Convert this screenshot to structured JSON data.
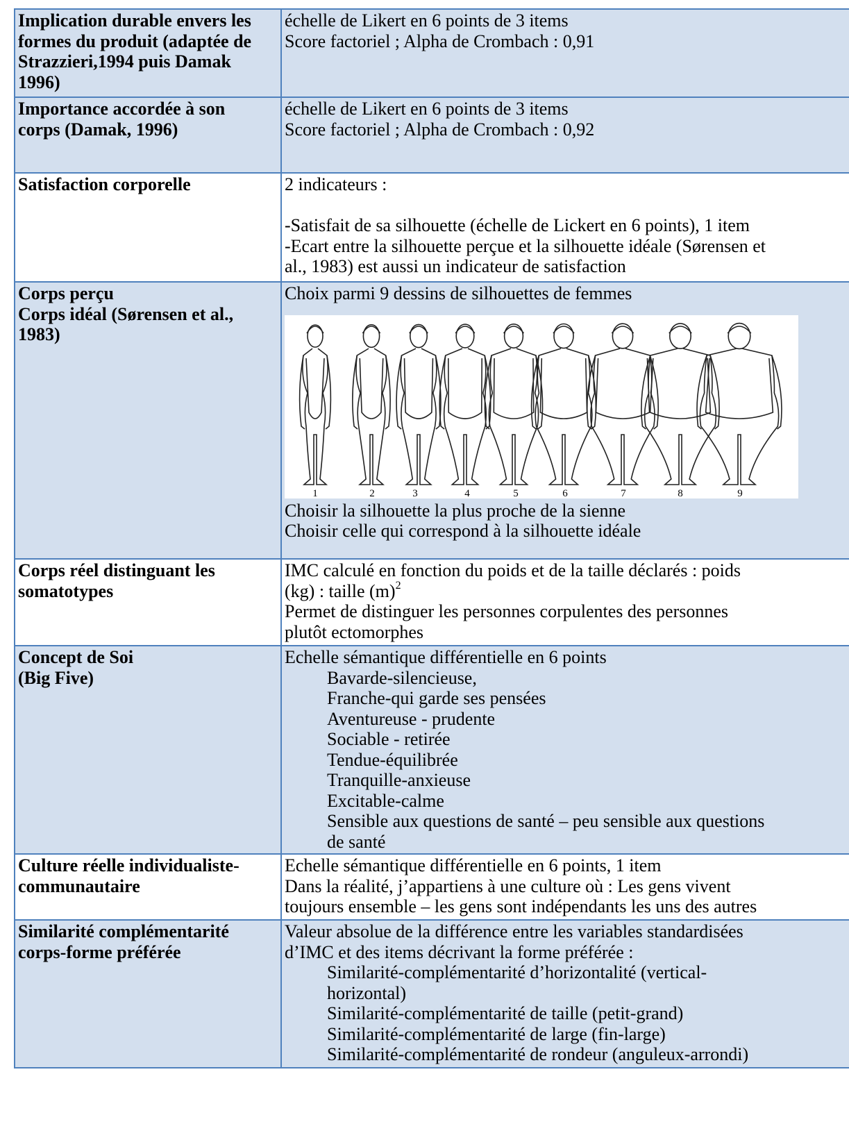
{
  "rows": [
    {
      "label": [
        "Implication durable envers les",
        "formes du produit (adaptée de",
        "Strazzieri,1994 puis Damak",
        "1996)"
      ],
      "text": [
        "échelle de Likert en 6 points de 3 items",
        "Score factoriel ; Alpha de Crombach : 0,91"
      ]
    },
    {
      "label": [
        "Importance accordée à son",
        "corps (Damak, 1996)"
      ],
      "text": [
        "échelle de Likert en 6 points de 3 items",
        "Score factoriel ;  Alpha de Crombach : 0,92"
      ]
    },
    {
      "label": [
        "Satisfaction corporelle"
      ],
      "text": [
        "2 indicateurs :",
        "-Satisfait de sa silhouette (échelle de Lickert en 6 points), 1 item",
        "-Ecart entre la silhouette perçue et la silhouette idéale (Sørensen et",
        "al., 1983) est aussi un indicateur de satisfaction"
      ]
    },
    {
      "label": [
        "Corps perçu",
        "Corps idéal (Sørensen et al.,",
        "1983)"
      ],
      "text": [
        "Choix parmi 9 dessins de silhouettes de femmes",
        "Choisir la silhouette la plus proche de la sienne",
        "Choisir celle qui correspond à la silhouette idéale"
      ],
      "figure_numbers": [
        "1",
        "2",
        "3",
        "4",
        "5",
        "6",
        "7",
        "8",
        "9"
      ]
    },
    {
      "label": [
        "Corps réel distinguant les",
        "somatotypes"
      ],
      "text": [
        "IMC calculé en fonction du poids et de la taille déclarés : poids",
        "(kg) : taille (m)",
        "2",
        "Permet de distinguer les personnes corpulentes des personnes",
        "plutôt ectomorphes"
      ]
    },
    {
      "label": [
        "Concept de Soi",
        "(Big Five)"
      ],
      "text": [
        "Echelle sémantique différentielle en 6 points"
      ],
      "items": [
        "Bavarde-silencieuse,",
        "Franche-qui garde ses pensées",
        "Aventureuse - prudente",
        "Sociable - retirée",
        "Tendue-équilibrée",
        "Tranquille-anxieuse",
        "Excitable-calme",
        "Sensible aux questions de santé – peu sensible aux questions",
        "de santé"
      ]
    },
    {
      "label": [
        "Culture réelle  individualiste-",
        "communautaire"
      ],
      "text": [
        "Echelle sémantique différentielle en 6 points, 1 item",
        "Dans la réalité, j’appartiens à une culture où : Les gens vivent",
        "toujours ensemble – les gens sont indépendants les uns des autres"
      ]
    },
    {
      "label": [
        "Similarité  complémentarité",
        "corps-forme préférée"
      ],
      "text": [
        "Valeur absolue de la différence entre les variables standardisées",
        "d’IMC et des items décrivant la forme préférée :"
      ],
      "items": [
        "Similarité-complémentarité d’horizontalité (vertical-",
        "horizontal)",
        "Similarité-complémentarité de taille (petit-grand)",
        "Similarité-complémentarité de large (fin-large)",
        "Similarité-complémentarité de rondeur (anguleux-arrondi)"
      ]
    }
  ]
}
